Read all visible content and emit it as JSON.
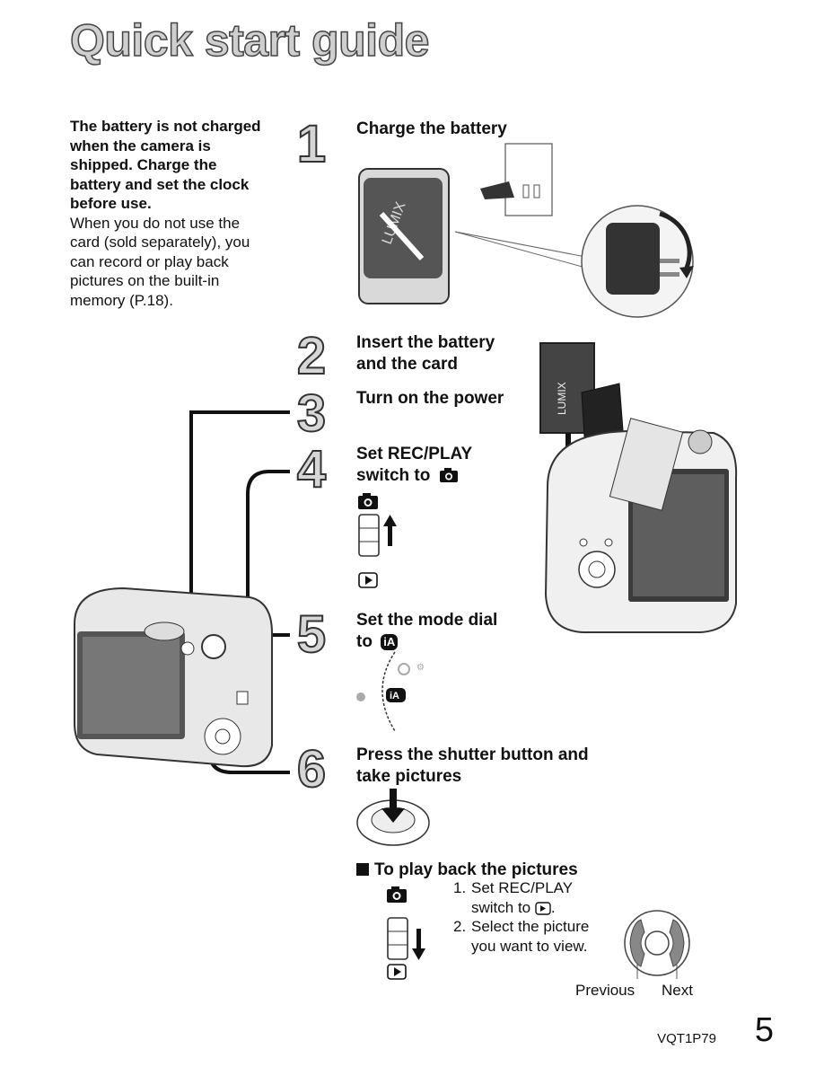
{
  "page": {
    "title": "Quick start guide",
    "code": "VQT1P79",
    "number": "5"
  },
  "intro": {
    "bold_lines": [
      "The battery is not charged",
      "when the camera is",
      "shipped. Charge the",
      "battery and set the clock",
      "before use."
    ],
    "normal_lines": [
      "When you do not use the",
      "card (sold separately), you",
      "can record or play back",
      "pictures on the built-in",
      "memory (P.18)."
    ]
  },
  "steps": [
    {
      "number": "1",
      "lines": [
        "Charge the battery"
      ]
    },
    {
      "number": "2",
      "lines": [
        "Insert the battery",
        "and the card"
      ]
    },
    {
      "number": "3",
      "lines": [
        "Turn on the power"
      ]
    },
    {
      "number": "4",
      "lines": [
        "Set REC/PLAY",
        "switch to"
      ]
    },
    {
      "number": "5",
      "lines": [
        "Set the mode dial",
        "to"
      ]
    },
    {
      "number": "6",
      "lines": [
        "Press the shutter button and",
        "take pictures"
      ]
    }
  ],
  "playback": {
    "heading": "To play back the pictures",
    "instructions": [
      {
        "n": "1.",
        "lines": [
          "Set REC/PLAY",
          "switch to"
        ]
      },
      {
        "n": "2.",
        "lines": [
          "Select the picture",
          "you want to view."
        ]
      }
    ],
    "prev_label": "Previous",
    "next_label": "Next"
  },
  "icons": {
    "camera": "camera-icon",
    "play": "play-icon",
    "ia": "intelligent-auto-icon",
    "up_arrow": "arrow-up-icon",
    "down_arrow": "arrow-down-icon"
  },
  "labels": {
    "ia_text": "iA",
    "lumix": "LUMIX"
  }
}
